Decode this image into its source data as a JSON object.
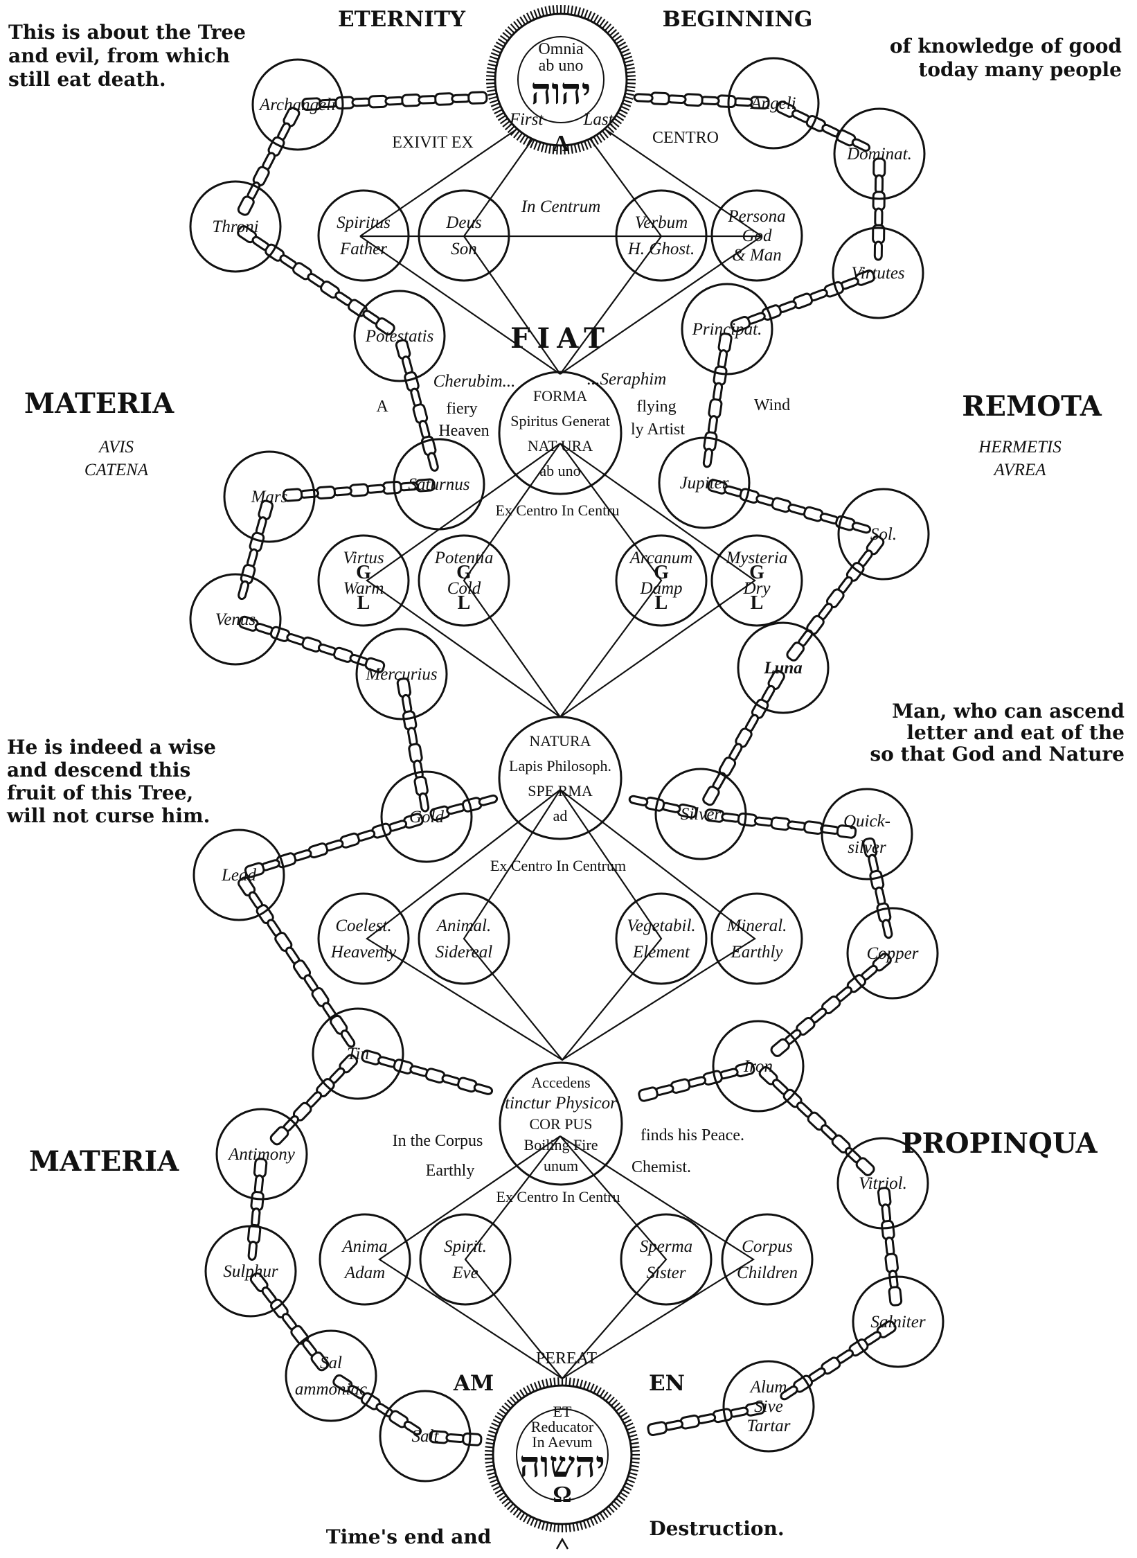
{
  "headers": {
    "eternity": "ETERNITY",
    "beginning": "BEGINNING",
    "materia_top": "MATERIA",
    "remota": "REMOTA",
    "avis": "AVIS",
    "catena": "CATENA",
    "hermetis": "HERMETIS",
    "avrea": "AVREA",
    "materia_bottom": "MATERIA",
    "propinqua": "PROPINQUA",
    "am": "AM",
    "en": "EN"
  },
  "texts": {
    "top_left": [
      "This is about the Tree",
      "and evil, from which",
      "still eat death."
    ],
    "top_right": [
      "of knowledge of good",
      "today many people"
    ],
    "mid_left": [
      "He is indeed a wise",
      "and descend this",
      "fruit of this Tree,",
      "will not curse him."
    ],
    "mid_right": [
      "Man, who can ascend",
      "letter and eat of the",
      "so that God and Nature"
    ],
    "bottom_left": "Time's end and",
    "bottom_right": "Destruction."
  },
  "top_sun": {
    "line1": "Omnia",
    "line2": "ab uno",
    "hebrew": "יהוה",
    "first": "First",
    "last": "Last",
    "alpha": "A"
  },
  "bottom_sun": {
    "line1": "ET",
    "line2": "Reducator",
    "line3": "In Aevum",
    "hebrew": "יהשוה",
    "omega": "Ω"
  },
  "labels": {
    "exivit": "EXIVIT EX",
    "centro": "CENTRO",
    "in_centrum": "In Centrum",
    "fiat": "FIAT",
    "cherubim": "Cherubim...",
    "seraphim": "...Seraphim",
    "a": "A",
    "fiery": "fiery",
    "heaven": "Heaven",
    "flying": "flying",
    "wind": "Wind",
    "artist": "ly Artist",
    "ex_centro_1": "Ex Centro In Centru",
    "ex_centro_2": "Ex Centro In Centrum",
    "ex_centro_3": "Ex Centro In Centru",
    "in_the_corpus": "In the Corpus",
    "finds_peace": "finds his Peace.",
    "earthly": "Earthly",
    "chemist": "Chemist.",
    "pereat": "PEREAT"
  },
  "center_circles": {
    "forma": [
      "FORMA",
      "Spiritus Generat",
      "NAT   URA",
      "ab uno"
    ],
    "natura": [
      "NATURA",
      "Lapis Philosoph.",
      "SPE   RMA",
      "ad"
    ],
    "corpus": [
      "Accedens",
      "tinctur Physicor",
      "COR   PUS",
      "Boiling Fire",
      "unum"
    ]
  },
  "circles": {
    "archangeli": "Archangeli",
    "angeli": "Angeli",
    "dominat": "Dominat.",
    "throni": "Throni",
    "virtutes": "Virtutes",
    "spiritus": [
      "Spiritus",
      "Father"
    ],
    "deus": [
      "Deus",
      "Son"
    ],
    "verbum": [
      "Verbum",
      "H. Ghost."
    ],
    "persona": [
      "Persona",
      "God",
      "& Man"
    ],
    "potestatis": "Potestatis",
    "principat": "Principat.",
    "saturnus": "Saturnus",
    "jupiter": "Jupiter",
    "mars": "Mars",
    "sol": "Sol.",
    "venus": "Venus",
    "mercurius": "Mercurius",
    "luna": "Luna",
    "virtus": [
      "Virtus",
      "G",
      "Warm",
      "L"
    ],
    "potentia": [
      "Potentia",
      "G",
      "Cold",
      "L"
    ],
    "arcanum": [
      "Arcanum",
      "G",
      "Damp",
      "L"
    ],
    "mysteria": [
      "Mysteria",
      "G",
      "Dry",
      "L"
    ],
    "gold": "Gold",
    "silver": "Silver",
    "lead": "Lead",
    "quicksilver": [
      "Quick-",
      "silver"
    ],
    "coelest": [
      "Coelest.",
      "Heavenly"
    ],
    "animal": [
      "Animal.",
      "Sidereal"
    ],
    "vegetabil": [
      "Vegetabil.",
      "Element"
    ],
    "mineral": [
      "Mineral.",
      "Earthly"
    ],
    "copper": "Copper",
    "tin": "Tin",
    "iron": "Iron",
    "antimony": "Antimony",
    "vitriol": "Vitriol.",
    "anima": [
      "Anima",
      "Adam"
    ],
    "spirit": [
      "Spirit.",
      "Eve"
    ],
    "sperma": [
      "Sperma",
      "Sister"
    ],
    "corpus_children": [
      "Corpus",
      "Children"
    ],
    "sulphur": "Sulphur",
    "salniter": "Salniter",
    "sal_ammoniac": [
      "Sal",
      "ammoniac"
    ],
    "salt": "Salt",
    "alum": [
      "Alum",
      "Sive",
      "Tartar"
    ]
  }
}
